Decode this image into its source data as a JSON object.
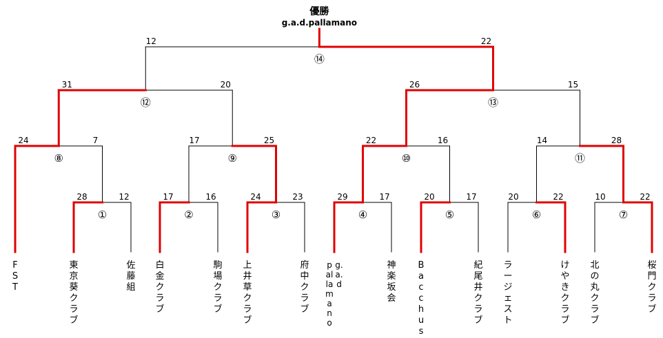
{
  "champion": {
    "title": "優勝",
    "name": "g.a.d.pallamano"
  },
  "teams": [
    {
      "id": "t1",
      "name": "FST"
    },
    {
      "id": "t2",
      "name": "東京葵クラブ"
    },
    {
      "id": "t3",
      "name": "佐藤組"
    },
    {
      "id": "t4",
      "name": "白金クラブ"
    },
    {
      "id": "t5",
      "name": "駒場クラブ"
    },
    {
      "id": "t6",
      "name": "上井草クラブ"
    },
    {
      "id": "t7",
      "name": "府中クラブ"
    },
    {
      "id": "t8",
      "name": "g.a.d pallamano",
      "lines": [
        "g.a.d",
        "pallamano"
      ]
    },
    {
      "id": "t9",
      "name": "神楽坂会"
    },
    {
      "id": "t10",
      "name": "Bacchus"
    },
    {
      "id": "t11",
      "name": "紀尾井クラブ"
    },
    {
      "id": "t12",
      "name": "ラージェスト"
    },
    {
      "id": "t13",
      "name": "けやきクラブ"
    },
    {
      "id": "t14",
      "name": "北の丸クラブ"
    },
    {
      "id": "t15",
      "name": "桜門クラブ"
    }
  ],
  "matches": [
    {
      "label": "①",
      "left": "t2",
      "right": "t3",
      "left_score": 28,
      "right_score": 12,
      "winner": "left"
    },
    {
      "label": "②",
      "left": "t4",
      "right": "t5",
      "left_score": 17,
      "right_score": 16,
      "winner": "left"
    },
    {
      "label": "③",
      "left": "t6",
      "right": "t7",
      "left_score": 24,
      "right_score": 23,
      "winner": "left"
    },
    {
      "label": "④",
      "left": "t8",
      "right": "t9",
      "left_score": 29,
      "right_score": 17,
      "winner": "left"
    },
    {
      "label": "⑤",
      "left": "t10",
      "right": "t11",
      "left_score": 20,
      "right_score": 17,
      "winner": "left"
    },
    {
      "label": "⑥",
      "left": "t12",
      "right": "t13",
      "left_score": 20,
      "right_score": 22,
      "winner": "right"
    },
    {
      "label": "⑦",
      "left": "t14",
      "right": "t15",
      "left_score": 10,
      "right_score": 22,
      "winner": "right"
    },
    {
      "label": "⑧",
      "left": "t1",
      "right": "①",
      "left_score": 24,
      "right_score": 7,
      "winner": "left"
    },
    {
      "label": "⑨",
      "left": "②",
      "right": "③",
      "left_score": 17,
      "right_score": 25,
      "winner": "right"
    },
    {
      "label": "⑩",
      "left": "④",
      "right": "⑤",
      "left_score": 22,
      "right_score": 16,
      "winner": "left"
    },
    {
      "label": "⑪",
      "left": "⑥",
      "right": "⑦",
      "left_score": 14,
      "right_score": 28,
      "winner": "right"
    },
    {
      "label": "⑫",
      "left": "⑧",
      "right": "⑨",
      "left_score": 31,
      "right_score": 20,
      "winner": "left"
    },
    {
      "label": "⑬",
      "left": "⑩",
      "right": "⑪",
      "left_score": 26,
      "right_score": 15,
      "winner": "left"
    },
    {
      "label": "⑭",
      "left": "⑫",
      "right": "⑬",
      "left_score": 12,
      "right_score": 22,
      "winner": "right"
    }
  ],
  "colors": {
    "win_line": "#e00000",
    "line": "#000000"
  }
}
